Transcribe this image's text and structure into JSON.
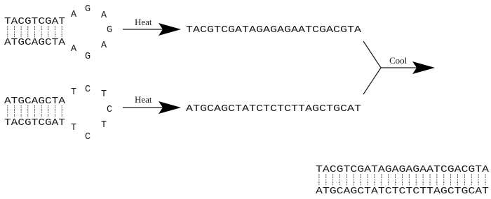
{
  "hairpin_top": {
    "upper_strand": "TACGTCGAT",
    "lower_strand": "ATGCAGCTA",
    "loop": [
      "A",
      "G",
      "A",
      "G",
      "A",
      "G",
      "A"
    ]
  },
  "hairpin_bottom": {
    "upper_strand": "ATGCAGCTA",
    "lower_strand": "TACGTCGAT",
    "loop": [
      "T",
      "C",
      "T",
      "C",
      "T",
      "C",
      "T"
    ]
  },
  "heat_label_top": "Heat",
  "heat_label_bottom": "Heat",
  "strand_top": "TACGTCGATAGAGAGAATCGACGTA",
  "strand_bottom": "ATGCAGCTATCTCTCTTAGCTGCAT",
  "cool_label": "Cool",
  "duplex": {
    "upper_strand": "TACGTCGATAGAGAGAATCGACGTA",
    "lower_strand": "ATGCAGCTATCTCTCTTAGCTGCAT"
  }
}
